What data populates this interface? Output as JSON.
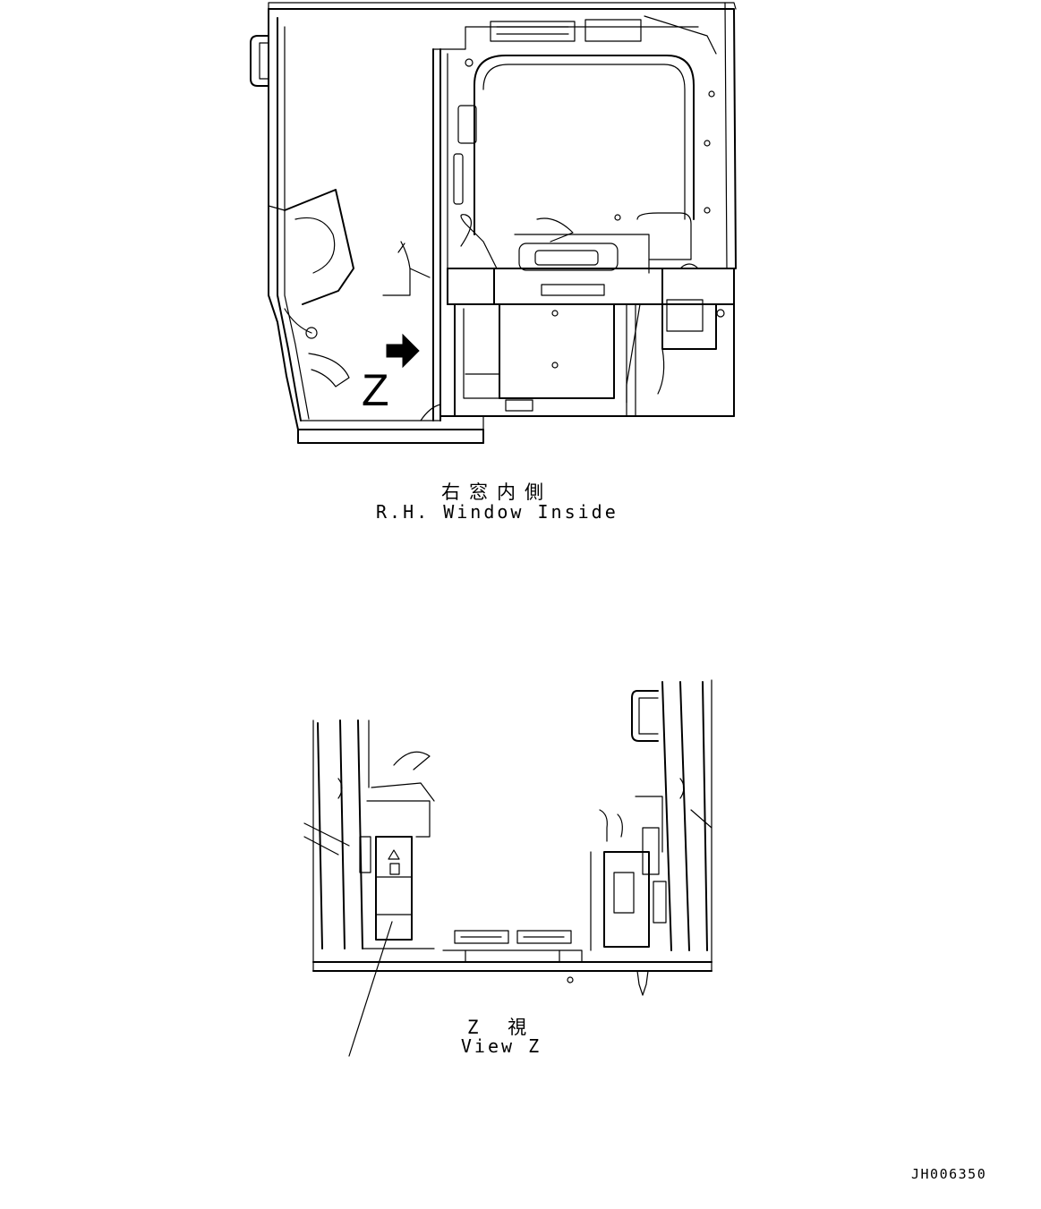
{
  "top_view": {
    "caption_jp": "右窓内側",
    "caption_en": "R.H. Window Inside",
    "view_marker": "Z"
  },
  "bottom_view": {
    "caption_jp": "Z 視",
    "caption_en": "View Z"
  },
  "drawing_code": "JH006350"
}
